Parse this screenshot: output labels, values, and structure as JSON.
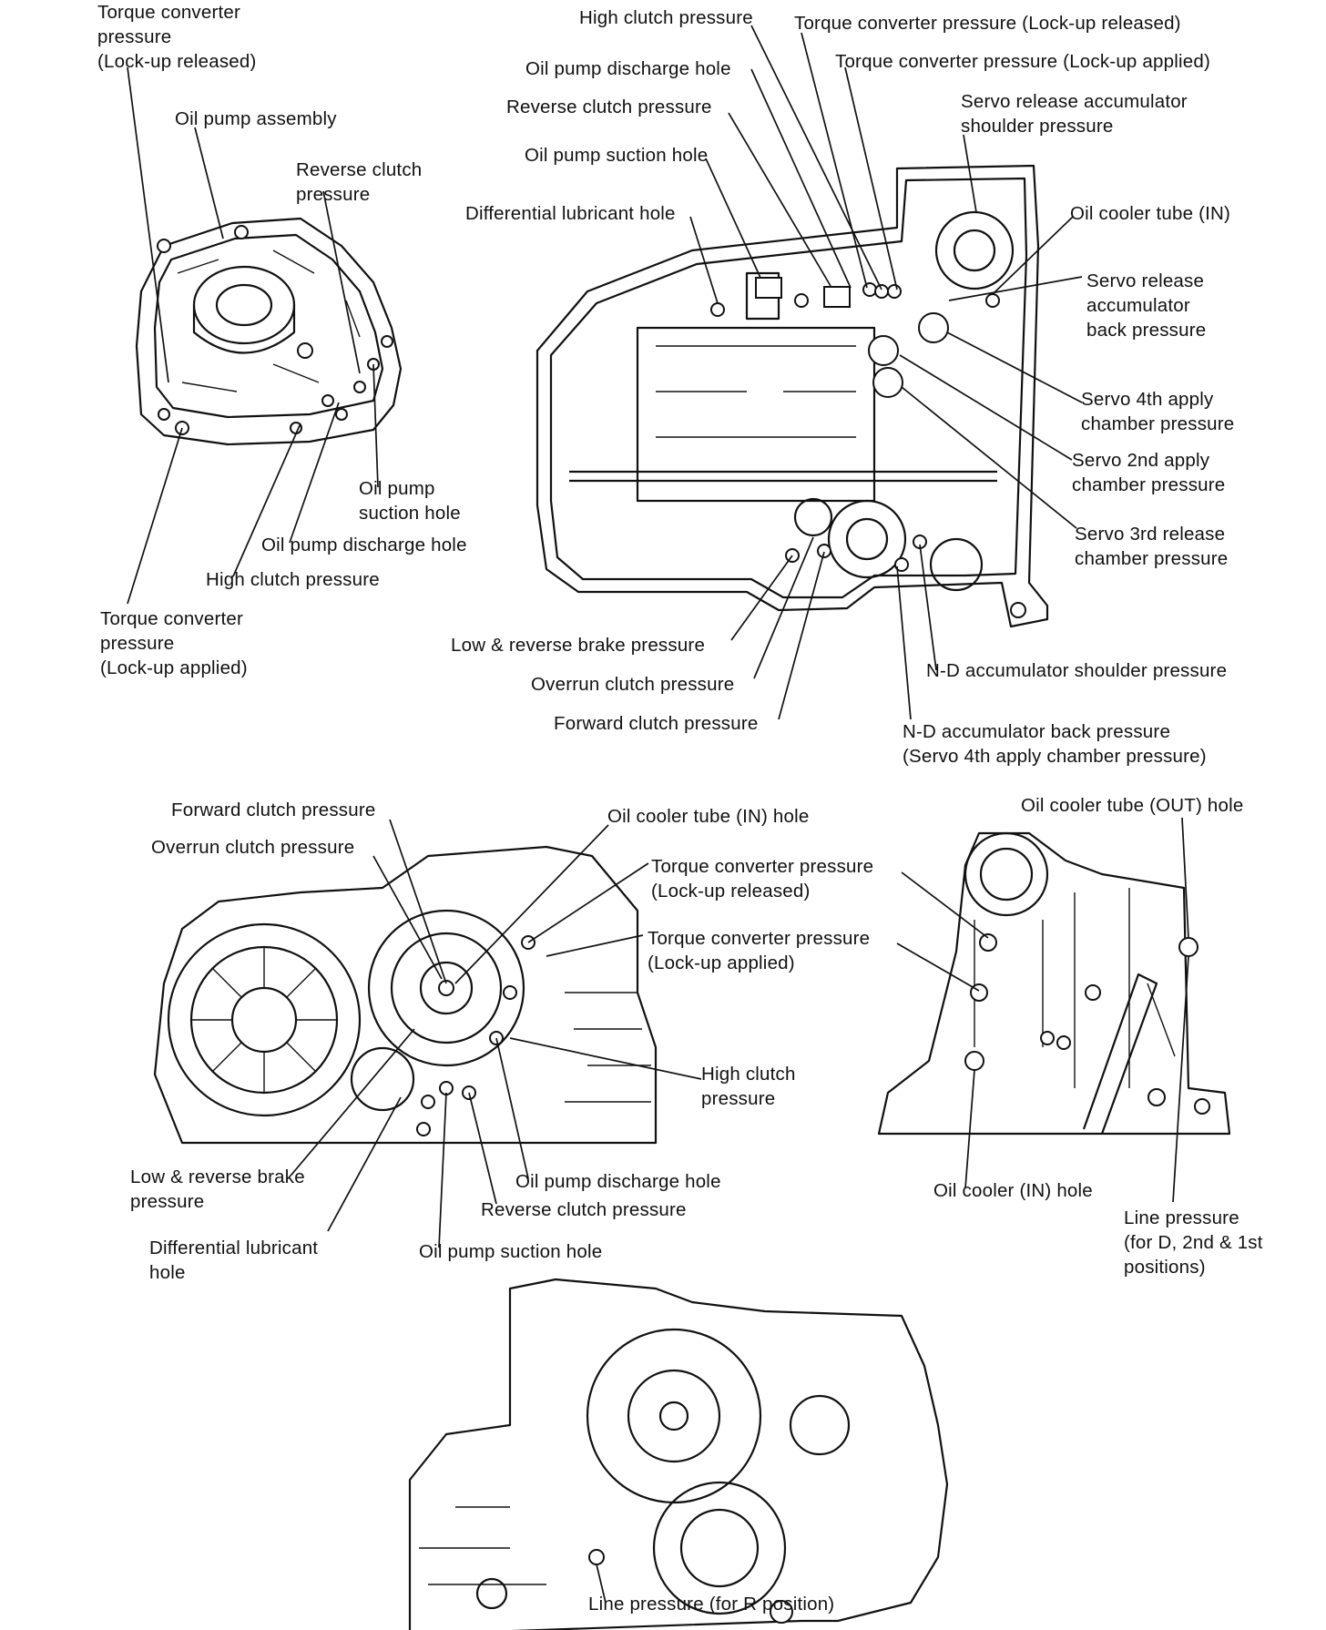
{
  "colors": {
    "ink": "#111111",
    "paper": "#ffffff"
  },
  "labels": {
    "pump_tc_released": [
      "Torque converter",
      "pressure",
      "(Lock-up released)"
    ],
    "pump_assembly": [
      "Oil pump assembly"
    ],
    "pump_reverse": [
      "Reverse clutch",
      "pressure"
    ],
    "pump_suction": [
      "Oil pump",
      "suction hole"
    ],
    "pump_discharge": [
      "Oil pump discharge hole"
    ],
    "pump_high": [
      "High clutch pressure"
    ],
    "pump_tc_applied": [
      "Torque converter",
      "pressure",
      "(Lock-up applied)"
    ],
    "case_high": [
      "High clutch pressure"
    ],
    "case_tc_released": [
      "Torque converter pressure (Lock-up released)"
    ],
    "case_discharge": [
      "Oil pump discharge hole"
    ],
    "case_tc_applied": [
      "Torque converter pressure (Lock-up applied)"
    ],
    "case_reverse": [
      "Reverse clutch pressure"
    ],
    "case_servo_rel_shoulder": [
      "Servo release accumulator",
      "shoulder pressure"
    ],
    "case_suction": [
      "Oil pump suction hole"
    ],
    "case_diff": [
      "Differential lubricant hole"
    ],
    "case_cooler_in": [
      "Oil cooler tube (IN)"
    ],
    "case_servo_rel_back": [
      "Servo release",
      "accumulator",
      "back pressure"
    ],
    "case_servo4": [
      "Servo 4th apply",
      "chamber pressure"
    ],
    "case_servo2": [
      "Servo 2nd apply",
      "chamber pressure"
    ],
    "case_servo3": [
      "Servo 3rd release",
      "chamber pressure"
    ],
    "case_low_rev": [
      "Low & reverse brake pressure"
    ],
    "case_nd_shoulder": [
      "N-D accumulator shoulder pressure"
    ],
    "case_overrun": [
      "Overrun clutch pressure"
    ],
    "case_forward": [
      "Forward clutch pressure"
    ],
    "case_nd_back": [
      "N-D accumulator back pressure",
      "(Servo 4th apply chamber pressure)"
    ],
    "front_forward": [
      "Forward clutch pressure"
    ],
    "front_cooler_in": [
      "Oil cooler tube (IN) hole"
    ],
    "front_overrun": [
      "Overrun clutch pressure"
    ],
    "front_tc_released": [
      "Torque converter pressure",
      "(Lock-up released)"
    ],
    "front_tc_applied": [
      "Torque converter pressure",
      "(Lock-up applied)"
    ],
    "front_high": [
      "High clutch",
      "pressure"
    ],
    "front_low_rev": [
      "Low & reverse brake",
      "pressure"
    ],
    "front_discharge": [
      "Oil pump discharge hole"
    ],
    "front_reverse": [
      "Reverse clutch pressure"
    ],
    "front_diff": [
      "Differential lubricant",
      "hole"
    ],
    "front_suction": [
      "Oil pump suction hole"
    ],
    "side_cooler_out": [
      "Oil cooler tube (OUT) hole"
    ],
    "side_cooler_in": [
      "Oil cooler (IN) hole"
    ],
    "side_line": [
      "Line pressure",
      "(for D, 2nd & 1st",
      "positions)"
    ],
    "bottom_line_r": [
      "Line pressure (for R position)"
    ]
  }
}
